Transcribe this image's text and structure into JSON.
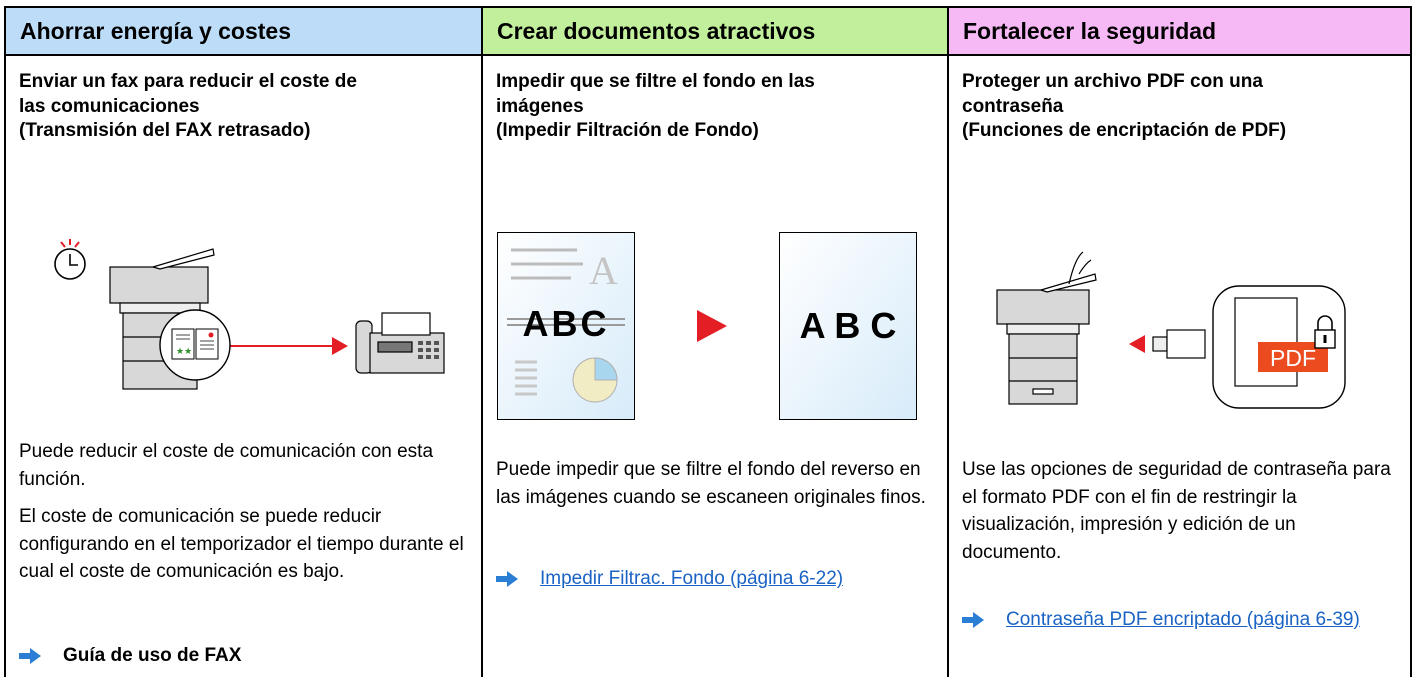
{
  "columns": [
    {
      "header": "Ahorrar energía y costes",
      "header_color": "#bcdcf8",
      "subtitle": [
        "Enviar un fax para reducir el coste de",
        "las comunicaciones",
        "(Transmisión del FAX retrasado)"
      ],
      "paragraphs": [
        "Puede reducir el coste de comunicación con esta función.",
        "El coste de comunicación se puede reducir configurando en el temporizador el tiempo durante el cual el coste de comunicación es bajo."
      ],
      "link": {
        "text": "Guía de uso de FAX",
        "style": "bold"
      }
    },
    {
      "header": "Crear documentos atractivos",
      "header_color": "#c2ef9c",
      "subtitle": [
        "Impedir que se filtre el fondo en las",
        "imágenes",
        "(Impedir Filtración de Fondo)"
      ],
      "illustration": {
        "left_doc_text": "ABC",
        "left_doc_letter": "A",
        "right_doc_text": "A B C"
      },
      "paragraphs": [
        "Puede impedir que se filtre el fondo del reverso en las imágenes cuando se escaneen originales finos."
      ],
      "link": {
        "text": "Impedir Filtrac. Fondo (página 6-22)",
        "style": "hyperlink"
      }
    },
    {
      "header": "Fortalecer la seguridad",
      "header_color": "#f6b9f6",
      "subtitle": [
        "Proteger un archivo PDF con una",
        "contraseña",
        "(Funciones de encriptación de PDF)"
      ],
      "illustration": {
        "badge_text": "PDF"
      },
      "paragraphs": [
        "Use las opciones de seguridad de contraseña para el formato PDF con el fin de restringir la visualización, impresión y edición de un documento."
      ],
      "link": {
        "text": "Contraseña PDF encriptado (página 6-39)",
        "style": "hyperlink"
      }
    }
  ],
  "colors": {
    "arrow": "#2a7fd4",
    "link": "#1a63c4",
    "accent_red": "#e31e24",
    "pdf_orange": "#ec4a1f"
  },
  "icons": [
    "timer-icon",
    "mfp-printer-icon",
    "fax-machine-icon",
    "document-icon",
    "usb-memory-icon",
    "padlock-icon",
    "right-arrow-icon"
  ]
}
